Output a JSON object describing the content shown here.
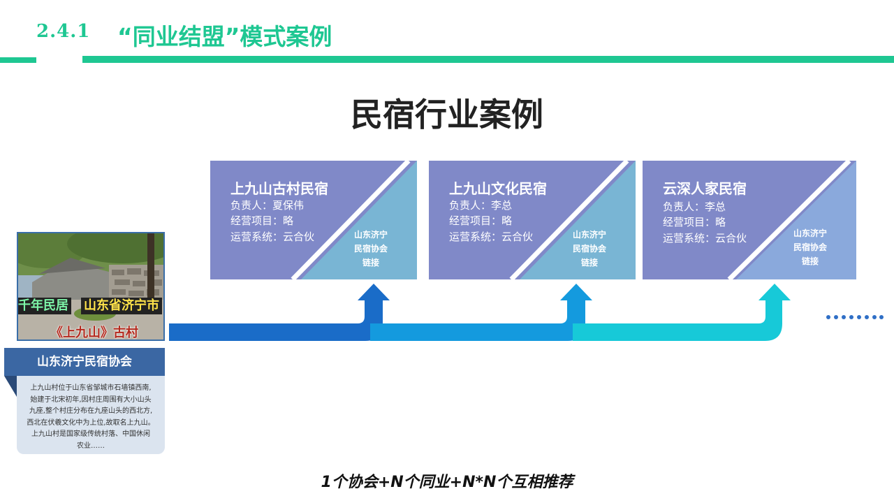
{
  "header": {
    "section_number": "2.4.1",
    "section_title": "“同业结盟”模式案例"
  },
  "main_title": "民宿行业案例",
  "cards": [
    {
      "name": "上九山古村民宿",
      "lines": [
        "负责人：夏保伟",
        "经营项目：略",
        "运营系统：云合伙"
      ],
      "link": [
        "山东济宁",
        "民宿协会",
        "链接"
      ],
      "colors": {
        "main": "#8089c8",
        "corner": "#79b5d4"
      }
    },
    {
      "name": "上九山文化民宿",
      "lines": [
        "负责人：李总",
        "经营项目：略",
        "运营系统：云合伙"
      ],
      "link": [
        "山东济宁",
        "民宿协会",
        "链接"
      ],
      "colors": {
        "main": "#8089c8",
        "corner": "#79b5d4"
      }
    },
    {
      "name": "云深人家民宿",
      "lines": [
        "负责人：李总",
        "经营项目：略",
        "运营系统：云合伙"
      ],
      "link": [
        "山东济宁",
        "民宿协会",
        "链接"
      ],
      "colors": {
        "main": "#8089c8",
        "corner": "#8aa9dc"
      }
    }
  ],
  "photo": {
    "tag1": "千年民居",
    "tag2": "山东省济宁市",
    "tag3": "《上九山》古村"
  },
  "association": {
    "title": "山东济宁民宿协会",
    "description": [
      "上九山村位于山东省邹城市石墙镇西南,",
      "始建于北宋初年,因村庄周围有大小山头",
      "九座,整个村庄分布在九座山头的西北方,",
      "西北在伏羲文化中为上位,故取名上九山。",
      "上九山村是国家级传统村落、中国休闲",
      "农业……"
    ]
  },
  "formula": "1个协会+N个同业+N*N个互相推荐",
  "colors": {
    "accent_green": "#1ec792",
    "assoc_blue": "#3b67a3",
    "arrow_dark": "#1a63c2",
    "arrow_mid": "#1496dc",
    "arrow_light": "#16cbd8"
  }
}
